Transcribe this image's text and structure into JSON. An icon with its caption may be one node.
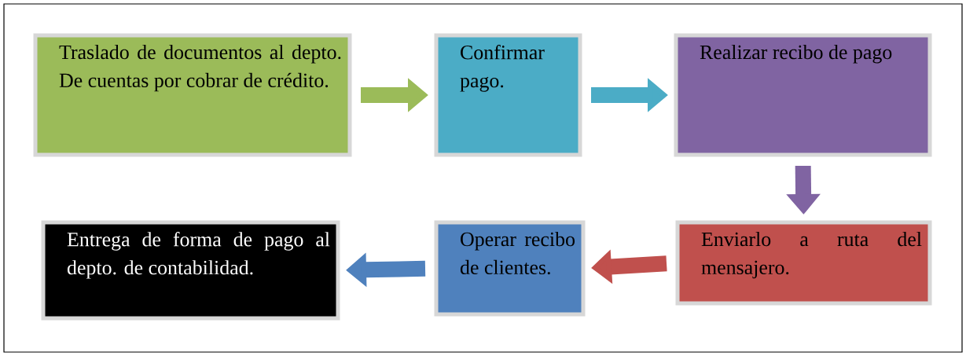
{
  "diagram": {
    "nodes": [
      {
        "text": [
          "Traslado de documentos al depto. De cuentas por cobrar de crédito."
        ]
      },
      {
        "text": [
          "Confirmar pago."
        ]
      },
      {
        "text": [
          "Realizar recibo de pago"
        ]
      },
      {
        "text": [
          "Enviarlo a ruta del mensajero."
        ]
      },
      {
        "text": [
          "Operar recibo de clientes."
        ]
      },
      {
        "text": [
          "Entrega de forma de pago al depto. de contabilidad."
        ]
      }
    ],
    "edges": [
      {
        "from": 0,
        "to": 1,
        "arrow": "to",
        "color": "#9bbb59"
      },
      {
        "from": 1,
        "to": 2,
        "arrow": "to",
        "color": "#4bacc6"
      },
      {
        "from": 2,
        "to": 3,
        "arrow": "to",
        "color": "#8064a2"
      },
      {
        "from": 3,
        "to": 4,
        "arrow": "to",
        "color": "#c0504d"
      },
      {
        "from": 4,
        "to": 5,
        "arrow": "to",
        "color": "#4f81bd"
      }
    ]
  }
}
